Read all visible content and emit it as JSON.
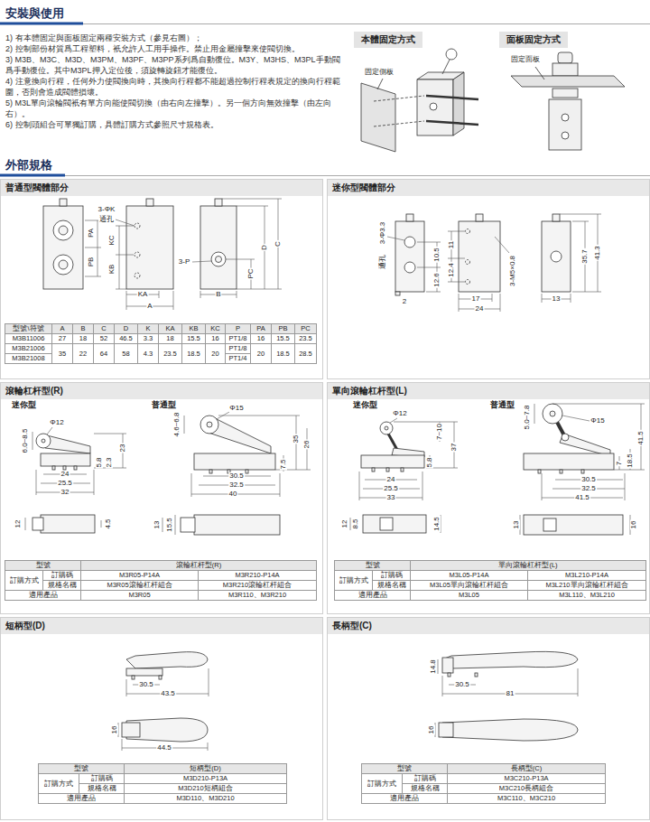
{
  "diagram": {
    "nodes": [
      {
        "text": [
          "本體固定方式"
        ]
      },
      {
        "text": [
          "面板固定方式"
        ]
      },
      {
        "text": [
          "普通型閥體部分"
        ]
      },
      {
        "text": [
          "迷你型閥體部分"
        ]
      },
      {
        "text": [
          "滾輪杠杆型(R)"
        ]
      },
      {
        "text": [
          "單向滾輪杠杆型(L)"
        ]
      },
      {
        "text": [
          "短柄型(D)"
        ]
      },
      {
        "text": [
          "長柄型(C)"
        ]
      }
    ],
    "labels": [
      "安裝與使用",
      "1) 有本體固定與面板固定兩種安裝方式（參見右圖）；",
      "2) 控制部份材質爲工程塑料，衹允許人工用手操作。禁止用金屬撞擊來使閥切換。",
      "3) M3B、M3C、M3D、M3PM、M3PF、M3PP系列爲自動復位。M3Y、M3HS、M3PL手動閥爲手動復位。其中M3PL押入定位後，須旋轉旋鈕才能復位。",
      "4) 注意換向行程，任何外力使閥換向時，其換向行程都不能超過控制行程表規定的換向行程範圍，否則會造成閥體損壞。",
      "5) M3L單向滾輪閥衹有單方向能使閥切換（由右向左撞擊）。另一個方向無效撞擊（由左向右）。",
      "6) 控制頭組合可單獨訂購，具體訂購方式參照尺寸規格表。",
      "固定側板",
      "固定面板",
      "外部規格",
      "3-ΦK",
      "通孔",
      "PA",
      "PB",
      "KC",
      "KB",
      "KA",
      "A",
      "3-P",
      "PC",
      "D",
      "C",
      "B",
      "型號\\符號",
      "A",
      "B",
      "C",
      "D",
      "K",
      "KA",
      "KB",
      "KC",
      "P",
      "PA",
      "PB",
      "PC",
      "M3B11006",
      "27",
      "18",
      "52",
      "46.5",
      "3.3",
      "18",
      "15.5",
      "16",
      "PT1/8",
      "16",
      "15.5",
      "23.5",
      "M3B21006",
      "35",
      "22",
      "64",
      "58",
      "4.3",
      "23.5",
      "18.5",
      "20",
      "PT1/8",
      "20",
      "18.5",
      "28.5",
      "M3B21008",
      "PT1/4",
      "3-Φ3.3",
      "通孔",
      "10.5",
      "12.6",
      "11",
      "12.4",
      "2",
      "17",
      "24",
      "3-M5×0.8",
      "35.7",
      "41.3",
      "13",
      "迷你型",
      "普通型",
      "Φ12",
      "6.0~8.5",
      "23",
      "5.8",
      "2.3",
      "24",
      "25.5",
      "32",
      "12",
      "4.5",
      "Φ15",
      "4.6~6.8",
      "35",
      "26",
      "7.5",
      "30.5",
      "32.5",
      "40",
      "13",
      "15.5",
      "型號",
      "滾輪杠杆型(R)",
      "訂購方式",
      "訂購碼",
      "M3R05-P14A",
      "M3R210-P14A",
      "規格名稱",
      "M3R05滾輪杠杆組合",
      "M3R210滾輪杠杆組合",
      "適用產品",
      "M3R05",
      "M3R110、M3R210",
      "迷你型",
      "普通型",
      "Φ12",
      "7~10",
      "37",
      "5.8",
      "24",
      "25.5",
      "33",
      "12",
      "8.5",
      "14.5",
      "5.0~7.8",
      "Φ15",
      "41.5",
      "7",
      "18.5",
      "30.5",
      "32.5",
      "41.5",
      "13",
      "16",
      "型號",
      "單向滾輪杠杆型(L)",
      "訂購方式",
      "訂購碼",
      "M3L05-P14A",
      "M3L210-P14A",
      "規格名稱",
      "M3L05單向滾輪杠杆組合",
      "M3L210單向滾輪杠杆組合",
      "適用產品",
      "M3L05",
      "M3L110、M3L210",
      "30.5",
      "43.5",
      "16",
      "44.5",
      "型號",
      "短柄型(D)",
      "訂購方式",
      "訂購碼",
      "M3D210-P13A",
      "規格名稱",
      "M3D210短柄組合",
      "適用產品",
      "M3D110、M3D210",
      "14.8",
      "30.5",
      "81",
      "16",
      "型號",
      "長柄型(C)",
      "訂購方式",
      "訂購碼",
      "M3C210-P13A",
      "規格名稱",
      "M3C210長柄組合",
      "適用產品",
      "M3C110、M3C210"
    ]
  }
}
